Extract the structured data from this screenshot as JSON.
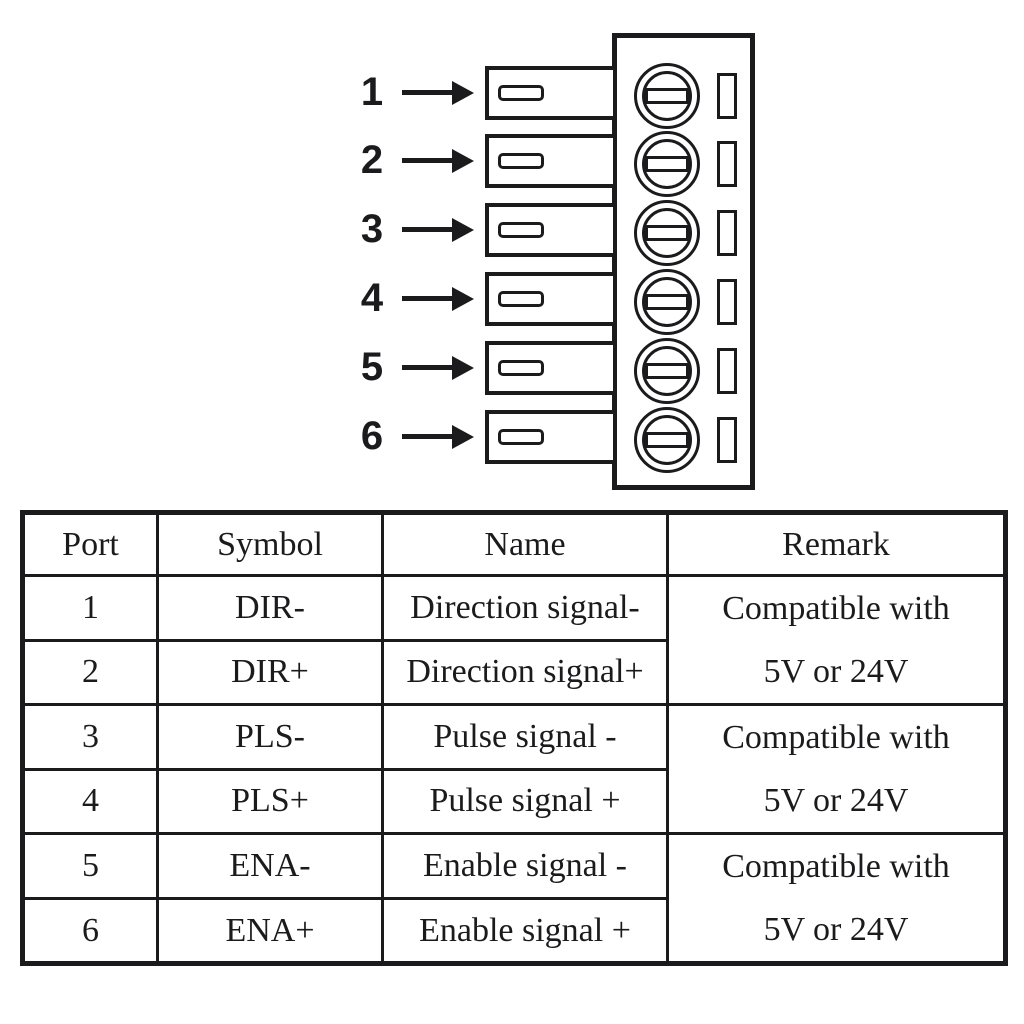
{
  "colors": {
    "ink": "#1b1b1d",
    "background": "#ffffff"
  },
  "diagram": {
    "pin_labels": [
      "1",
      "2",
      "3",
      "4",
      "5",
      "6"
    ]
  },
  "table": {
    "headers": [
      "Port",
      "Symbol",
      "Name",
      "Remark"
    ],
    "rows": [
      {
        "port": "1",
        "symbol": "DIR-",
        "name": "Direction signal-"
      },
      {
        "port": "2",
        "symbol": "DIR+",
        "name": "Direction signal+"
      },
      {
        "port": "3",
        "symbol": "PLS-",
        "name": "Pulse signal -"
      },
      {
        "port": "4",
        "symbol": "PLS+",
        "name": "Pulse signal +"
      },
      {
        "port": "5",
        "symbol": "ENA-",
        "name": "Enable signal -"
      },
      {
        "port": "6",
        "symbol": "ENA+",
        "name": "Enable signal +"
      }
    ],
    "remarks": [
      {
        "line1": "Compatible with",
        "line2": "5V or 24V"
      },
      {
        "line1": "Compatible with",
        "line2": "5V or 24V"
      },
      {
        "line1": "Compatible with",
        "line2": "5V or 24V"
      }
    ]
  }
}
